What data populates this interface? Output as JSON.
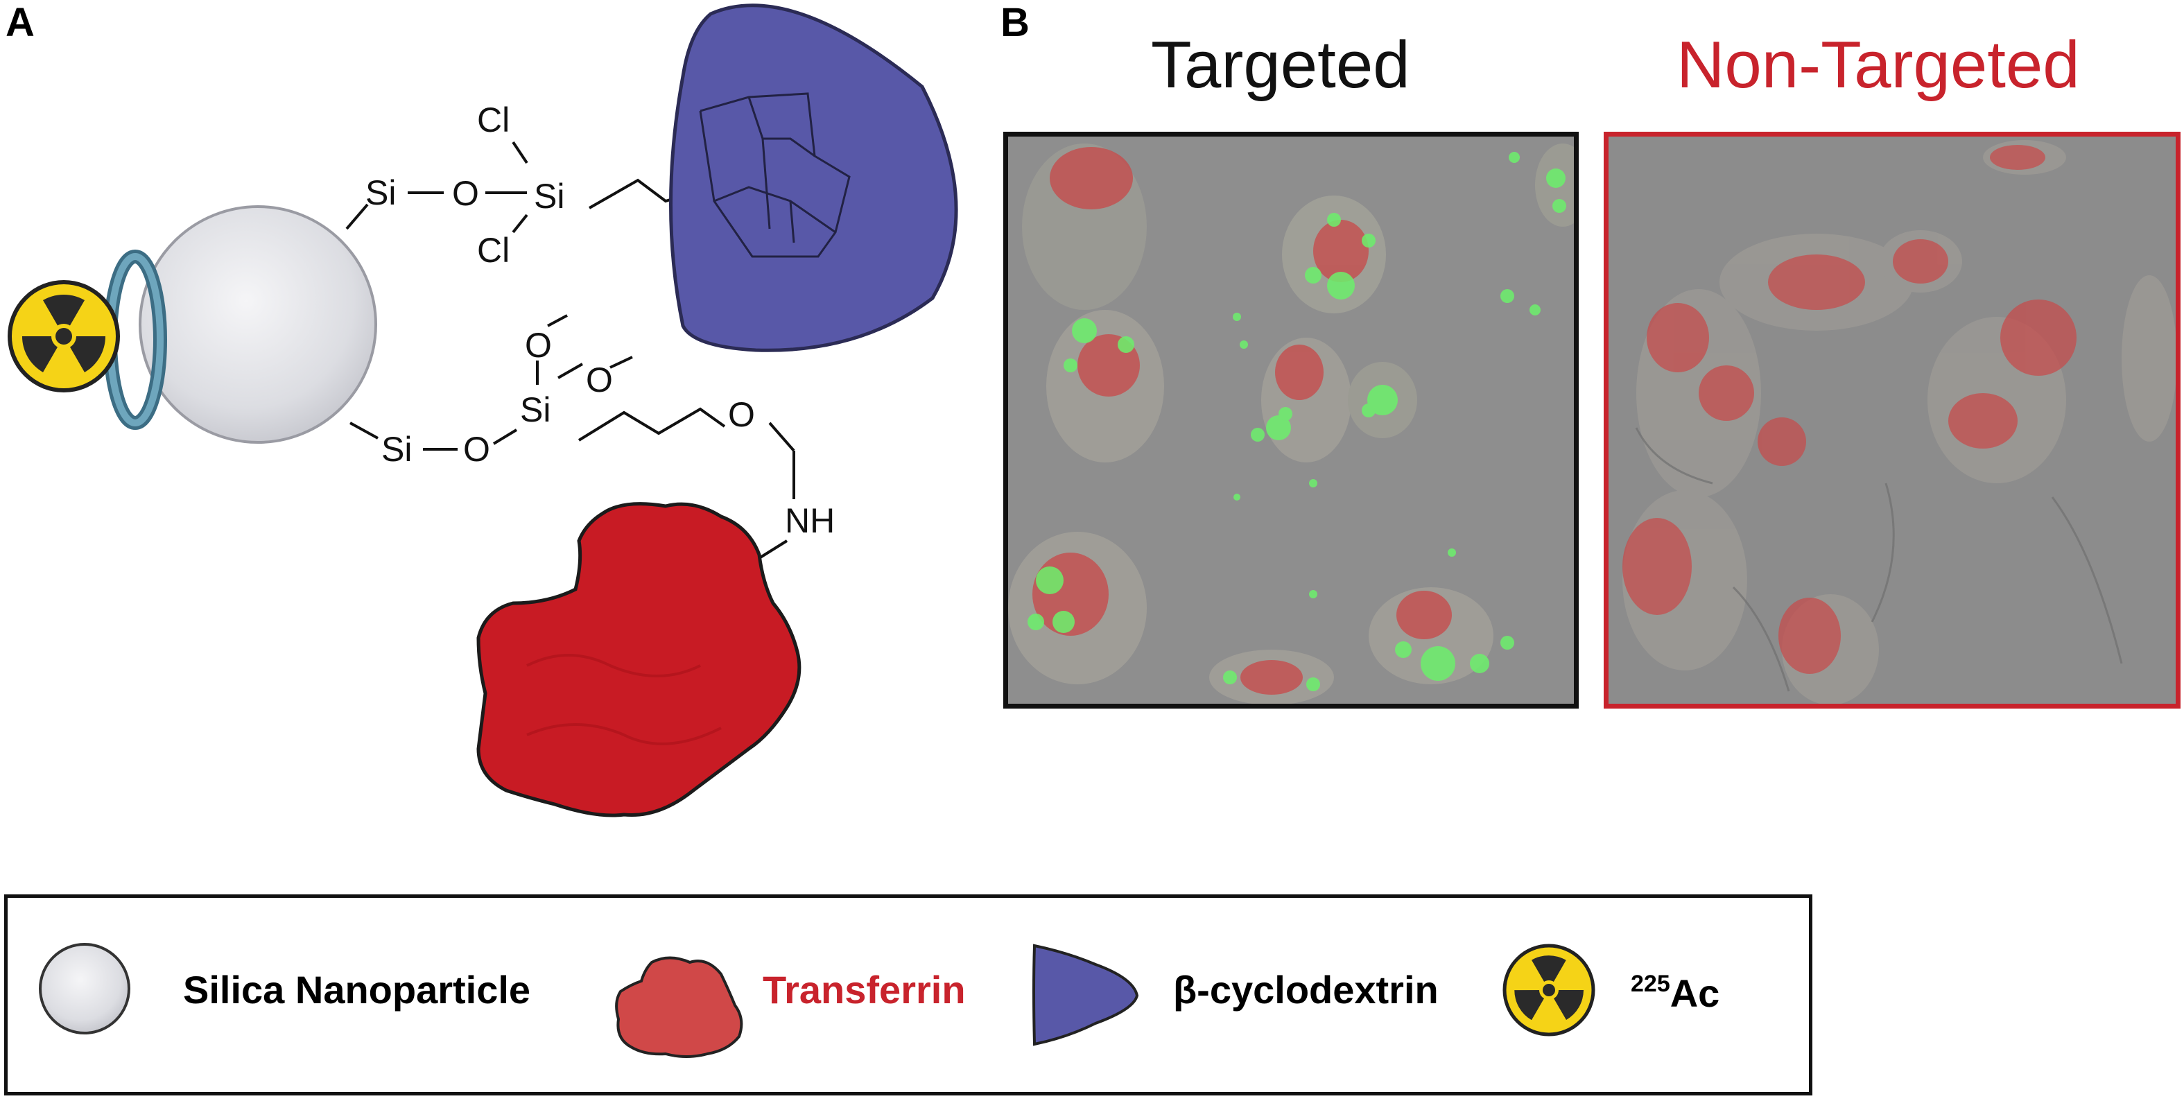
{
  "panel_a": {
    "label": "A",
    "chem_labels": {
      "si_top_left": "Si",
      "o_top": "O",
      "si_top_right": "Si",
      "cl_top": "Cl",
      "cl_bottom": "Cl",
      "si_bottom_left": "Si",
      "o_bottom": "O",
      "si_bottom_right": "Si",
      "o_methoxy": "O",
      "o_methoxy2": "O",
      "o_chain": "O",
      "nh": "NH"
    }
  },
  "panel_b": {
    "label": "B",
    "targeted_title": "Targeted",
    "nontargeted_title": "Non-Targeted"
  },
  "legend": {
    "items": [
      {
        "label": "Silica Nanoparticle",
        "icon": "silica-nanoparticle-icon"
      },
      {
        "label": "Transferrin",
        "icon": "transferrin-icon"
      },
      {
        "label": "β-cyclodextrin",
        "icon": "cyclodextrin-icon"
      },
      {
        "label": "Ac",
        "superscript": "225",
        "icon": "radiation-icon"
      }
    ]
  },
  "colors": {
    "red_accent": "#c8232c",
    "cyclodextrin_blue": "#5858a8",
    "transferrin_red": "#c81b24",
    "radiation_yellow": "#f5d317",
    "micrograph_gray": "#8c8c8c",
    "fluor_green": "#6cf06c",
    "ring_teal": "#5b8ea3"
  }
}
